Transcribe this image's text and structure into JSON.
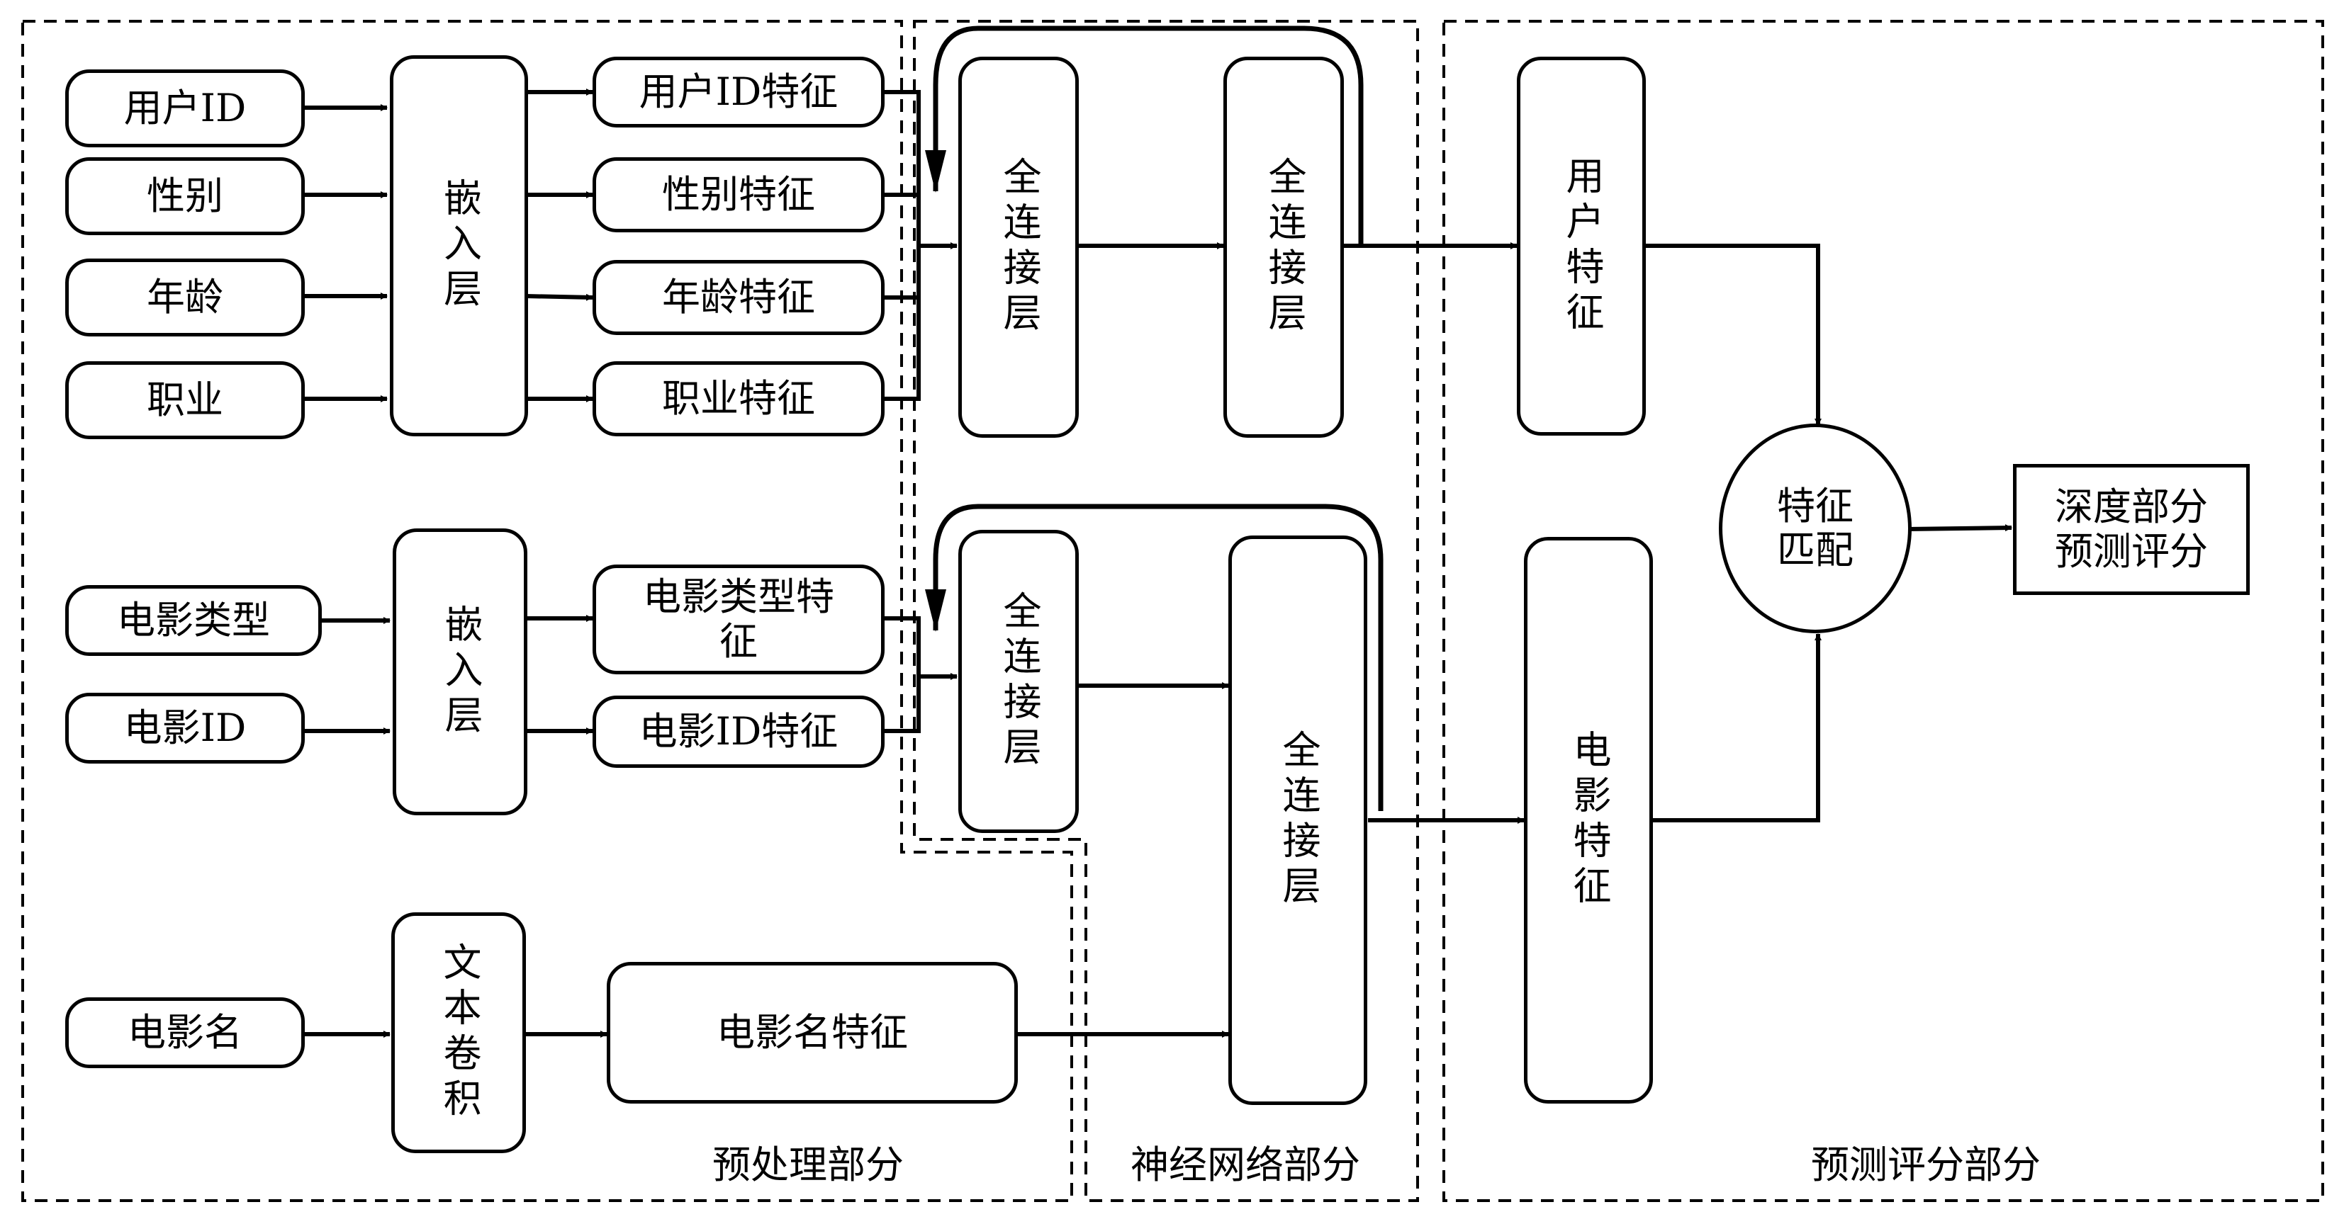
{
  "sections": {
    "preprocess": "预处理部分",
    "neural": "神经网络部分",
    "predict": "预测评分部分"
  },
  "inputs": {
    "user_id": "用户ID",
    "gender": "性别",
    "age": "年龄",
    "occupation": "职业",
    "movie_genre": "电影类型",
    "movie_id": "电影ID",
    "movie_title": "电影名"
  },
  "layers": {
    "embed_user": "嵌入层",
    "embed_movie": "嵌入层",
    "text_conv": "文本卷积",
    "fc_user_1": "全连接层",
    "fc_user_2": "全连接层",
    "fc_movie_1": "全连接层",
    "fc_movie_2": "全连接层"
  },
  "features": {
    "user_id": "用户ID特征",
    "gender": "性别特征",
    "age": "年龄特征",
    "occupation": "职业特征",
    "movie_genre": "电影类型特征",
    "movie_id": "电影ID特征",
    "movie_title": "电影名特征",
    "user": "用户特征",
    "movie": "电影特征"
  },
  "match": "特征匹配",
  "output": "深度部分预测评分"
}
